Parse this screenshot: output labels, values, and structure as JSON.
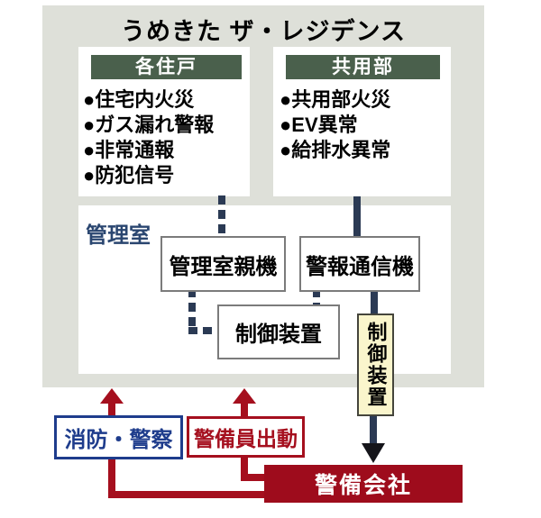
{
  "title": "うめきた ザ・レジデンス",
  "units_panel": {
    "header": "各住戸",
    "items": [
      "●住宅内火災",
      "●ガス漏れ警報",
      "●非常通報",
      "●防犯信号"
    ]
  },
  "common_panel": {
    "header": "共用部",
    "items": [
      "●共用部火災",
      "●EV異常",
      "●給排水異常"
    ]
  },
  "control_room": {
    "label": "管理室",
    "master_unit": "管理室親機",
    "alarm_transmitter": "警報通信機",
    "control_device": "制御装置"
  },
  "control_device_vertical": "制御装置",
  "bottom": {
    "fire_police": "消防・警察",
    "guard_dispatch": "警備員出動",
    "security_company": "警備会社"
  },
  "colors": {
    "outer_panel_gray": "#dee0d9",
    "header_green": "#4a604c",
    "line_navy": "#2b3a54",
    "label_navy": "#2a4670",
    "fire_police_blue": "#1e3c8c",
    "alert_red": "#a50f1e",
    "security_company_red": "#9e0c1c",
    "control_device_cream": "#faf5cc"
  }
}
